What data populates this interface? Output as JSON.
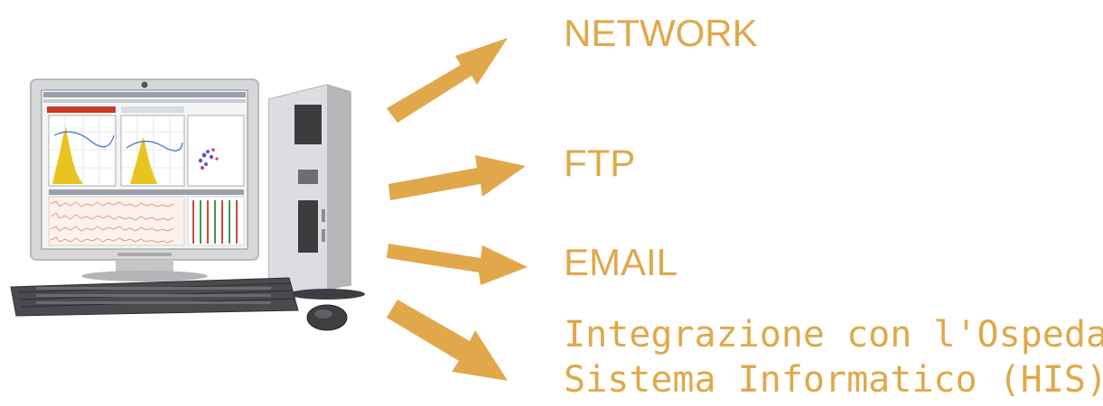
{
  "colors": {
    "accent": "#e0a84a",
    "monitor_bezel": "#d9dadc",
    "tower": "#c8c9cb",
    "keyboard": "#4a4b4d"
  },
  "destinations": [
    {
      "label": "NETWORK"
    },
    {
      "label": "FTP"
    },
    {
      "label": "EMAIL"
    },
    {
      "label": "Integrazione con l'Ospedale"
    },
    {
      "label": "Sistema Informatico (HIS)"
    }
  ]
}
